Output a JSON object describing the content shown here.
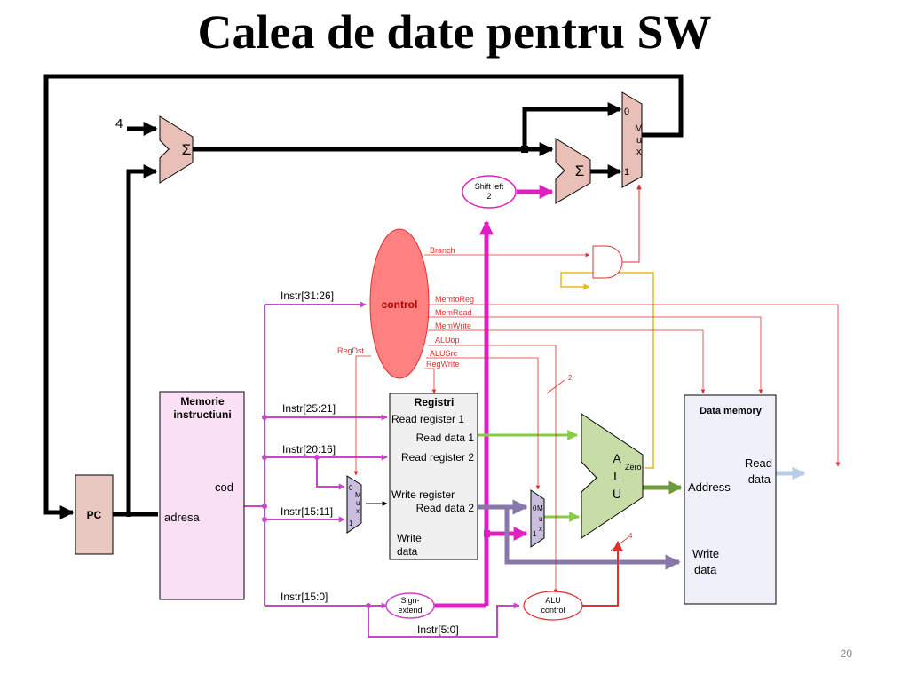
{
  "title": "Calea de date pentru SW",
  "page_number": "20",
  "blocks": {
    "pc": "PC",
    "instr_mem": {
      "title_line1": "Memorie",
      "title_line2": "instructiuni",
      "cod": "cod",
      "adresa": "adresa"
    },
    "registers": {
      "title": "Registri",
      "read_reg1": "Read register 1",
      "read_data1": "Read data 1",
      "read_reg2": "Read register 2",
      "write_reg": "Write register",
      "read_data2": "Read data 2",
      "write_data_1": "Write",
      "write_data_2": "data"
    },
    "data_memory": {
      "title": "Data memory",
      "address": "Address",
      "read_data_1": "Read",
      "read_data_2": "data",
      "write_data_1": "Write",
      "write_data_2": "data"
    },
    "alu": {
      "a": "A",
      "l": "L",
      "u": "U",
      "zero": "Zero"
    },
    "control": "control",
    "sign_extend": {
      "line1": "Sign-",
      "line2": "extend"
    },
    "alu_control": {
      "line1": "ALU",
      "line2": "control"
    },
    "shift_left": {
      "line1": "Shift left",
      "line2": "2"
    },
    "adder_symbol": "Σ",
    "constant_4": "4",
    "mux_letters": {
      "m": "M",
      "u": "u",
      "x": "x"
    },
    "mux_inputs": {
      "zero": "0",
      "one": "1"
    },
    "bus_width_2": "2",
    "bus_width_4": "4"
  },
  "instruction_fields": {
    "f31_26": "Instr[31:26]",
    "f25_21": "Instr[25:21]",
    "f20_16": "Instr[20:16]",
    "f15_11": "Instr[15:11]",
    "f15_0": "Instr[15:0]",
    "f5_0": "Instr[5:0]"
  },
  "control_signals": {
    "branch": "Branch",
    "memtoreg": "MemtoReg",
    "memread": "MemRead",
    "memwrite": "MemWrite",
    "aluop": "ALUop",
    "regdst": "RegDst",
    "alusrc": "ALUSrc",
    "regwrite": "RegWrite"
  },
  "colors": {
    "black_bus": "#000000",
    "instr_bus": "#cc44cc",
    "shift_bus": "#e020c0",
    "signal": "#e03030",
    "read_data1_bus": "#88cc44",
    "read_data2_bus": "#8877aa",
    "alu_result": "#6a9a3a",
    "read_data_out": "#b8cce4",
    "zero_wire": "#e8b820",
    "pc_fill": "#e8c8c0",
    "mem_fill": "#fae0f5",
    "reg_fill": "#f0f0f0",
    "dm_fill": "#f0f0fa",
    "alu_fill": "#c8dca8",
    "control_fill": "#ff8080",
    "adder_fill": "#e8c0b8",
    "small_mux_fill": "#c8bede"
  }
}
